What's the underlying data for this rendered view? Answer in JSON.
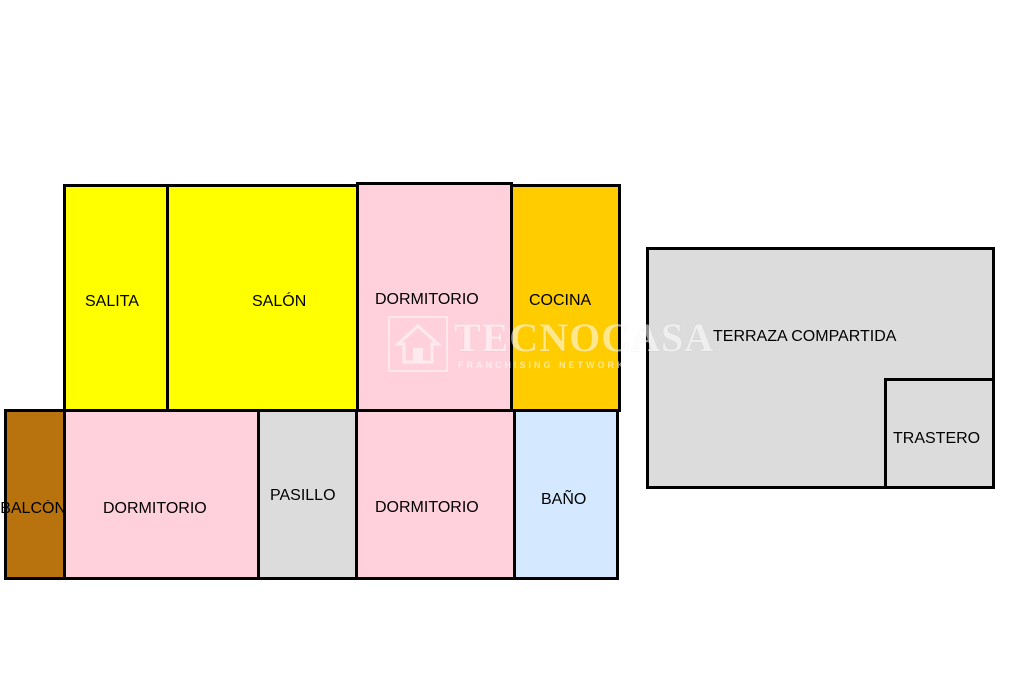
{
  "rooms": {
    "salita": {
      "label": "SALITA",
      "color": "#ffff00"
    },
    "salon": {
      "label": "SALÓN",
      "color": "#ffff00"
    },
    "dormitorio_top": {
      "label": "DORMITORIO",
      "color": "#ffd1dc"
    },
    "cocina": {
      "label": "COCINA",
      "color": "#ffcc00"
    },
    "balcon": {
      "label": "BALCÓN",
      "color": "#b8730f"
    },
    "dormitorio_bottom_left": {
      "label": "DORMITORIO",
      "color": "#ffd1dc"
    },
    "pasillo": {
      "label": "PASILLO",
      "color": "#dcdcdc"
    },
    "dormitorio_bottom_right": {
      "label": "DORMITORIO",
      "color": "#ffd1dc"
    },
    "bano": {
      "label": "BAÑO",
      "color": "#d4e9ff"
    },
    "terraza": {
      "label": "TERRAZA COMPARTIDA",
      "color": "#dcdcdc"
    },
    "trastero": {
      "label": "TRASTERO",
      "color": "#dcdcdc"
    }
  },
  "watermark": {
    "brand": "TECNOCASA",
    "tagline": "FRANCHISING NETWORK"
  }
}
